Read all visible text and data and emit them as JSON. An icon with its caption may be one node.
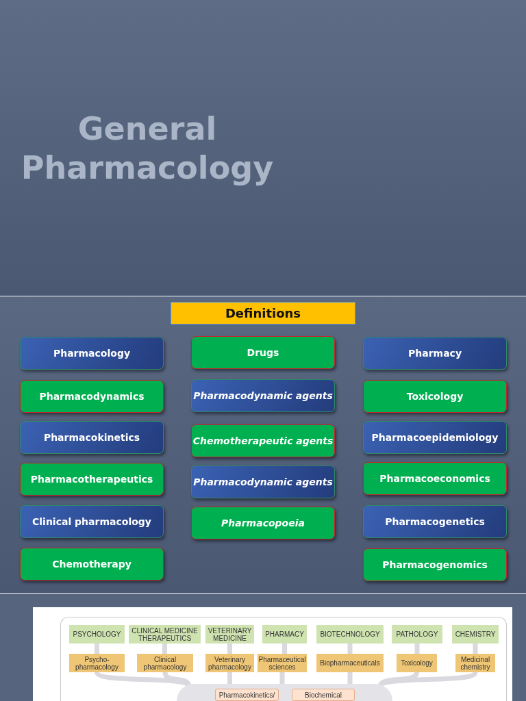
{
  "diagram": {
    "title": "General Pharmacology",
    "nodes": [
      {
        "text": [
          "Definitions"
        ]
      },
      {
        "text": [
          "Pharmacology"
        ]
      },
      {
        "text": [
          "Drugs"
        ]
      },
      {
        "text": [
          "Pharmacy"
        ]
      },
      {
        "text": [
          "Pharmacodynamics"
        ]
      },
      {
        "text": [
          "Pharmacodynamic agents"
        ]
      },
      {
        "text": [
          "Toxicology"
        ]
      },
      {
        "text": [
          "Pharmacokinetics"
        ]
      },
      {
        "text": [
          "Chemotherapeutic agents"
        ]
      },
      {
        "text": [
          "Pharmacoepidemiology"
        ]
      },
      {
        "text": [
          "Pharmacotherapeutics"
        ]
      },
      {
        "text": [
          "Pharmacodynamic agents"
        ]
      },
      {
        "text": [
          "Pharmacoeconomics"
        ]
      },
      {
        "text": [
          "Clinical pharmacology"
        ]
      },
      {
        "text": [
          "Pharmacopoeia"
        ]
      },
      {
        "text": [
          "Pharmacogenetics"
        ]
      },
      {
        "text": [
          "Chemotherapy"
        ]
      },
      {
        "text": [
          "Pharmacogenomics"
        ]
      },
      {
        "text": [
          "PSYCHOLOGY"
        ]
      },
      {
        "text": [
          "CLINICAL MEDICINE THERAPEUTICS"
        ]
      },
      {
        "text": [
          "VETERINARY MEDICINE"
        ]
      },
      {
        "text": [
          "PHARMACY"
        ]
      },
      {
        "text": [
          "BIOTECHNOLOGY"
        ]
      },
      {
        "text": [
          "PATHOLOGY"
        ]
      },
      {
        "text": [
          "CHEMISTRY"
        ]
      },
      {
        "text": [
          "Psycho- pharmacology"
        ]
      },
      {
        "text": [
          "Clinical pharmacology"
        ]
      },
      {
        "text": [
          "Veterinary pharmacology"
        ]
      },
      {
        "text": [
          "Pharmaceutical sciences"
        ]
      },
      {
        "text": [
          "Biopharmaceuticals"
        ]
      },
      {
        "text": [
          "Toxicology"
        ]
      },
      {
        "text": [
          "Medicinal chemistry"
        ]
      },
      {
        "text": [],
        "shape": "box"
      },
      {
        "text": [
          "Pharmacokinetics/"
        ],
        "in": 32
      },
      {
        "text": [
          "Biochemical"
        ],
        "in": 32
      }
    ],
    "edges": [
      {
        "from": 18,
        "to": 25,
        "arrow": "none"
      },
      {
        "from": 25,
        "to": 32,
        "arrow": "none"
      },
      {
        "from": 19,
        "to": 26,
        "arrow": "none"
      },
      {
        "from": 26,
        "to": 32,
        "arrow": "none"
      },
      {
        "from": 20,
        "to": 27,
        "arrow": "none"
      },
      {
        "from": 27,
        "to": 32,
        "arrow": "none"
      },
      {
        "from": 21,
        "to": 28,
        "arrow": "none"
      },
      {
        "from": 28,
        "to": 32,
        "arrow": "none"
      },
      {
        "from": 22,
        "to": 29,
        "arrow": "none"
      },
      {
        "from": 29,
        "to": 32,
        "arrow": "none"
      },
      {
        "from": 23,
        "to": 30,
        "arrow": "none"
      },
      {
        "from": 30,
        "to": 32,
        "arrow": "none"
      },
      {
        "from": 24,
        "to": 31,
        "arrow": "none"
      },
      {
        "from": 31,
        "to": 32,
        "arrow": "none"
      }
    ]
  }
}
